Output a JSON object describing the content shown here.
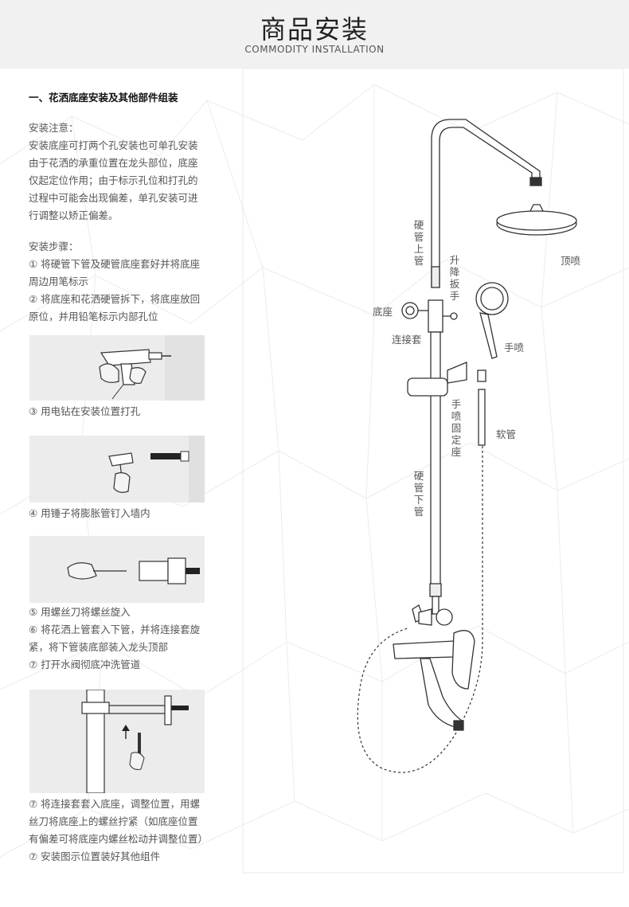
{
  "header": {
    "title": "商品安装",
    "subtitle": "COMMODITY INSTALLATION"
  },
  "section": {
    "title": "一、花洒底座安装及其他部件组装"
  },
  "notes": {
    "heading": "安装注意：",
    "lines": [
      "安装底座可打两个孔安装也可单孔安装",
      "由于花洒的承重位置在龙头部位，底座",
      "仅起定位作用；由于标示孔位和打孔的",
      "过程中可能会出现偏差，单孔安装可进",
      "行调整以矫正偏差。"
    ]
  },
  "steps": {
    "heading": "安装步骤：",
    "step1": [
      "① 将硬管下管及硬管底座套好并将底座",
      "周边用笔标示"
    ],
    "step2": [
      "② 将底座和花洒硬管拆下，将底座放回",
      "原位，并用铅笔标示内部孔位"
    ],
    "step3": "③ 用电钻在安装位置打孔",
    "step4": "④ 用锤子将膨胀管钉入墙内",
    "step5": "⑤ 用螺丝刀将螺丝旋入",
    "step6": [
      "⑥ 将花洒上管套入下管，并将连接套旋",
      "紧，将下管装底部装入龙头顶部"
    ],
    "step7": "⑦ 打开水阀彻底冲洗管道",
    "step8": [
      "⑦ 将连接套套入底座，调整位置，用螺",
      "丝刀将底座上的螺丝拧紧（如底座位置",
      "有偏差可将底座内螺丝松动并调整位置）"
    ],
    "step9": "⑦ 安装图示位置装好其他组件"
  },
  "diagram": {
    "upper_pipe": "硬管上管",
    "wrench": "升降扳手",
    "top_spray": "顶喷",
    "base": "底座",
    "connector": "连接套",
    "hand_spray": "手喷",
    "holder": "手喷固定座",
    "hose": "软管",
    "lower_pipe": "硬管下管"
  },
  "colors": {
    "header_bg": "#f1f1f1",
    "photo_bg": "#ececec",
    "line": "#333333"
  }
}
